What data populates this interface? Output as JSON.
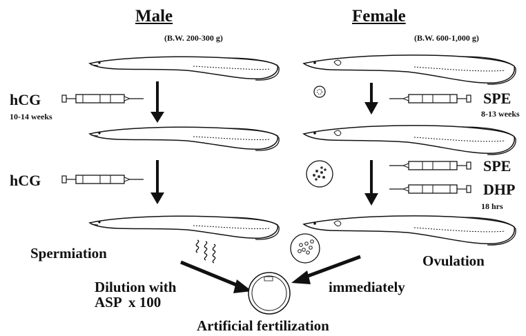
{
  "male": {
    "title": "Male",
    "body_weight": "(B.W. 200-300 g)",
    "injection1": {
      "label": "hCG",
      "duration": "10-14 weeks"
    },
    "injection2": {
      "label": "hCG"
    },
    "result": "Spermiation",
    "dilution_line1": "Dilution with",
    "dilution_line2": "ASP  x 100"
  },
  "female": {
    "title": "Female",
    "body_weight": "(B.W. 600-1,000 g)",
    "injection1": {
      "label": "SPE",
      "duration": "8-13 weeks"
    },
    "injection2": {
      "label": "SPE"
    },
    "injection3": {
      "label": "DHP",
      "duration": "18 hrs"
    },
    "result": "Ovulation",
    "timing": "immediately"
  },
  "outcome": "Artificial fertilization"
}
